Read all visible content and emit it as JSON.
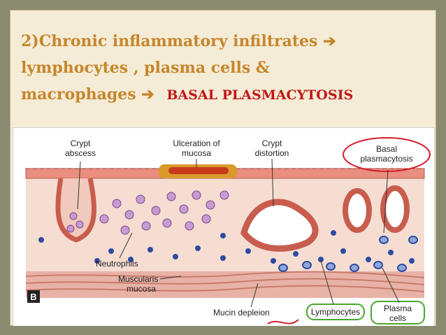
{
  "heading": {
    "line1": "2)Chronic inflammatory infiltrates ➔",
    "line2": "lymphocytes ,   plasma cells &",
    "line3_prefix": "macrophages ➔",
    "line3_emphasis": "BASAL PLASMACYTOSIS"
  },
  "figure": {
    "labels": {
      "crypt_abscess_1": "Crypt",
      "crypt_abscess_2": "abscess",
      "ulceration_1": "Ulceration of",
      "ulceration_2": "mucosa",
      "crypt_distortion_1": "Crypt",
      "crypt_distortion_2": "distortion",
      "basal_plasmacytosis_1": "Basal",
      "basal_plasmacytosis_2": "plasmacytosis",
      "neutrophils": "Neutrophils",
      "muscularis_1": "Muscularis",
      "muscularis_2": "mucosa",
      "mucin_depletion": "Mucin depleion",
      "lymphocytes": "Lymphocytes",
      "plasma_1": "Plasma",
      "plasma_2": "cells",
      "panel_letter": "B"
    },
    "colors": {
      "epithelium": "#e27a6a",
      "ulcer": "#d99a2a",
      "lymphocyte": "#2e4aa0",
      "plasma": "#3a5fb0",
      "neutrophil": "#c79ad2",
      "annotation_red": "#d21d2a",
      "annotation_green": "#4aa72e"
    }
  }
}
